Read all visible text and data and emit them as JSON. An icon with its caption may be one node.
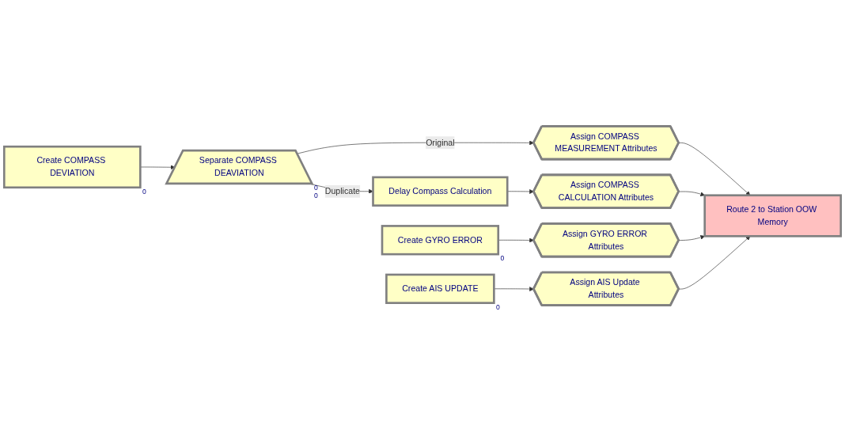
{
  "diagram": {
    "nodes": [
      {
        "text": [
          "Create COMPASS DEVIATION"
        ],
        "beside": [
          "0"
        ]
      },
      {
        "text": [
          "Separate COMPASS DEAVIATION"
        ],
        "beside": [
          "0",
          "0"
        ]
      },
      {
        "text": [
          "Assign COMPASS MEASUREMENT Attributes"
        ]
      },
      {
        "text": [
          "Delay Compass Calculation"
        ]
      },
      {
        "text": [
          "Assign COMPASS CALCULATION Attributes"
        ]
      },
      {
        "text": [
          "Create GYRO ERROR"
        ],
        "beside": [
          "0"
        ]
      },
      {
        "text": [
          "Assign GYRO ERROR Attributes"
        ]
      },
      {
        "text": [
          "Create AIS UPDATE"
        ],
        "beside": [
          "0"
        ]
      },
      {
        "text": [
          "Assign AIS Update Attributes"
        ]
      },
      {
        "text": [
          "Route 2 to Station OOW Memory"
        ]
      }
    ],
    "edges": [
      {
        "from": 0,
        "to": 1,
        "arrow": "to"
      },
      {
        "from": 1,
        "to": 2,
        "arrow": "to",
        "label": "Original"
      },
      {
        "from": 1,
        "to": 3,
        "arrow": "to",
        "label": "Duplicate"
      },
      {
        "from": 2,
        "to": 9,
        "arrow": "to"
      },
      {
        "from": 3,
        "to": 4,
        "arrow": "to"
      },
      {
        "from": 4,
        "to": 9,
        "arrow": "to"
      },
      {
        "from": 5,
        "to": 6,
        "arrow": "to"
      },
      {
        "from": 6,
        "to": 9,
        "arrow": "to"
      },
      {
        "from": 7,
        "to": 8,
        "arrow": "to"
      },
      {
        "from": 8,
        "to": 9,
        "arrow": "to"
      }
    ]
  }
}
